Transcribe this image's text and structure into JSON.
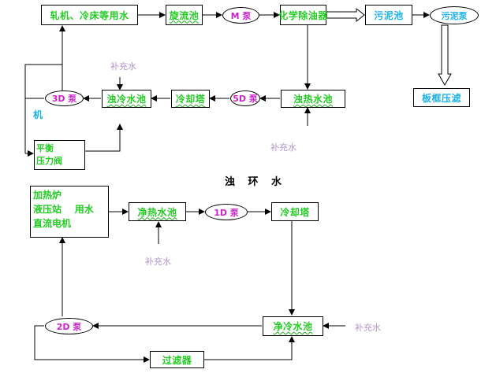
{
  "top": {
    "rolling_use": "轧机、冷床等用水",
    "cyclone_tank": "旋流池",
    "m_pump": "M 泵",
    "chem_oil_remover": "化学除油器",
    "sludge_tank": "污泥池",
    "sludge_pump": "污泥泵",
    "plate_press": "板框压滤",
    "hot_turbid_tank": "浊热水池",
    "pump_5d": "5D 泵",
    "cooling_tower": "冷却塔",
    "cold_turbid_tank": "浊冷水池",
    "pump_3d": "3D 泵",
    "machine_label": "机",
    "balance_valve_line1": "平衡",
    "balance_valve_line2": "压力阀",
    "supply_water_a": "补充水",
    "supply_water_b": "补充水"
  },
  "section_title": "浊 环 水",
  "bottom": {
    "users_line1": "加热炉",
    "users_line2": "液压站    用水",
    "users_line3": "直流电机",
    "hot_clean_tank": "净热水池",
    "pump_1d": "1D 泵",
    "cooling_tower": "冷却塔",
    "cold_clean_tank": "净冷水池",
    "pump_2d": "2D 泵",
    "filter": "过滤器",
    "supply_water_c": "补充水",
    "supply_water_d": "补充水"
  },
  "colors": {
    "box_text": "#22cc22",
    "pump_text": "#cc22cc",
    "cyan_text": "#1ab2e8",
    "supply_text": "#b296c8",
    "line": "#000000"
  }
}
